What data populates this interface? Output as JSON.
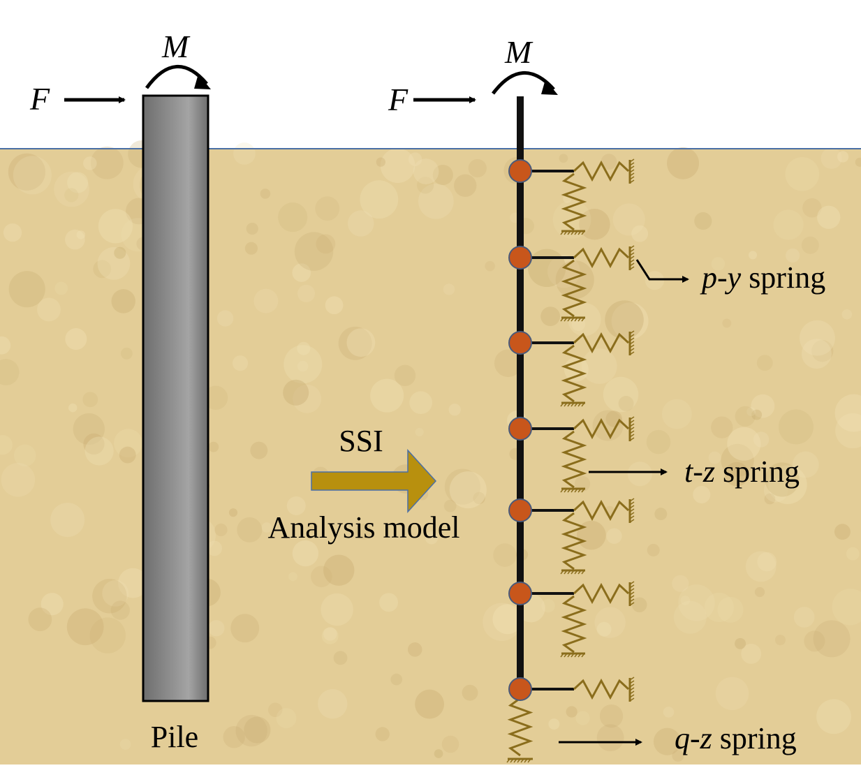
{
  "labels": {
    "force": "F",
    "moment": "M",
    "pile": "Pile",
    "ssi": "SSI",
    "analysis_model": "Analysis model",
    "py_var": "p-y",
    "tz_var": "t-z",
    "qz_var": "q-z",
    "spring_word": " spring"
  },
  "colors": {
    "soil": "#e3cd97",
    "soil_speckle_light": "#f1e2b7",
    "soil_speckle_dark": "#c9ad72",
    "ground_line": "#4a6fa5",
    "pile_fill_dark": "#6e6e6e",
    "pile_fill_light": "#a4a4a4",
    "beam": "#111111",
    "node": "#c8561b",
    "spring": "#8a6d1c",
    "ssi_arrow": "#b8900e",
    "ink": "#000000"
  }
}
